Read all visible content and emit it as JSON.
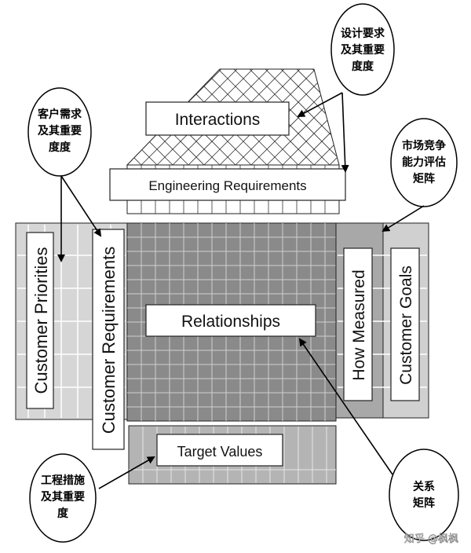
{
  "diagram": {
    "labels": {
      "interactions": "Interactions",
      "engineering_requirements": "Engineering Requirements",
      "customer_priorities": "Customer Priorities",
      "customer_requirements": "Customer Requirements",
      "relationships": "Relationships",
      "how_measured": "How Measured",
      "customer_goals": "Customer Goals",
      "target_values": "Target Values"
    },
    "callouts": {
      "design_req": [
        "设计要求",
        "及其重要",
        "度度"
      ],
      "customer_req": [
        "客户需求",
        "及其重要",
        "度度"
      ],
      "market": [
        "市场竞争",
        "能力评估",
        "矩阵"
      ],
      "engineering": [
        "工程措施",
        "及其重要",
        "度"
      ],
      "relation": [
        "关系",
        "矩阵"
      ]
    },
    "watermark": "知乎 @枫枫"
  },
  "colors": {
    "dark_fill": "#8a8a8a",
    "mid_fill": "#b4b4b4",
    "light_fill": "#d4d4d4",
    "outline": "#222222"
  }
}
